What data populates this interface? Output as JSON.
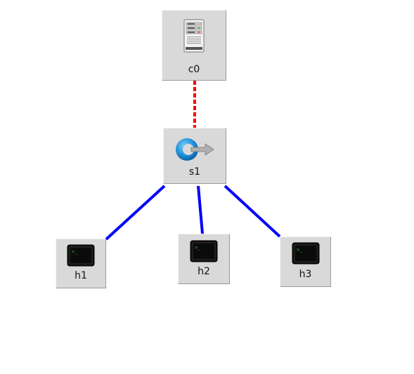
{
  "topology": {
    "nodes": [
      {
        "id": "c0",
        "label": "c0",
        "type": "controller",
        "icon": "controller-server-icon"
      },
      {
        "id": "s1",
        "label": "s1",
        "type": "switch",
        "icon": "switch-icon"
      },
      {
        "id": "h1",
        "label": "h1",
        "type": "host",
        "icon": "host-terminal-icon"
      },
      {
        "id": "h2",
        "label": "h2",
        "type": "host",
        "icon": "host-terminal-icon"
      },
      {
        "id": "h3",
        "label": "h3",
        "type": "host",
        "icon": "host-terminal-icon"
      }
    ],
    "links": [
      {
        "from": "c0",
        "to": "s1",
        "style": "dashed",
        "color": "#ff0000"
      },
      {
        "from": "s1",
        "to": "h1",
        "style": "solid",
        "color": "#0000ff"
      },
      {
        "from": "s1",
        "to": "h2",
        "style": "solid",
        "color": "#0000ff"
      },
      {
        "from": "s1",
        "to": "h3",
        "style": "solid",
        "color": "#0000ff"
      }
    ]
  },
  "colors": {
    "canvas_background": "#ffffff",
    "node_background": "#d9d9d9",
    "controller_link": "#ff0000",
    "data_link": "#0000ff"
  }
}
